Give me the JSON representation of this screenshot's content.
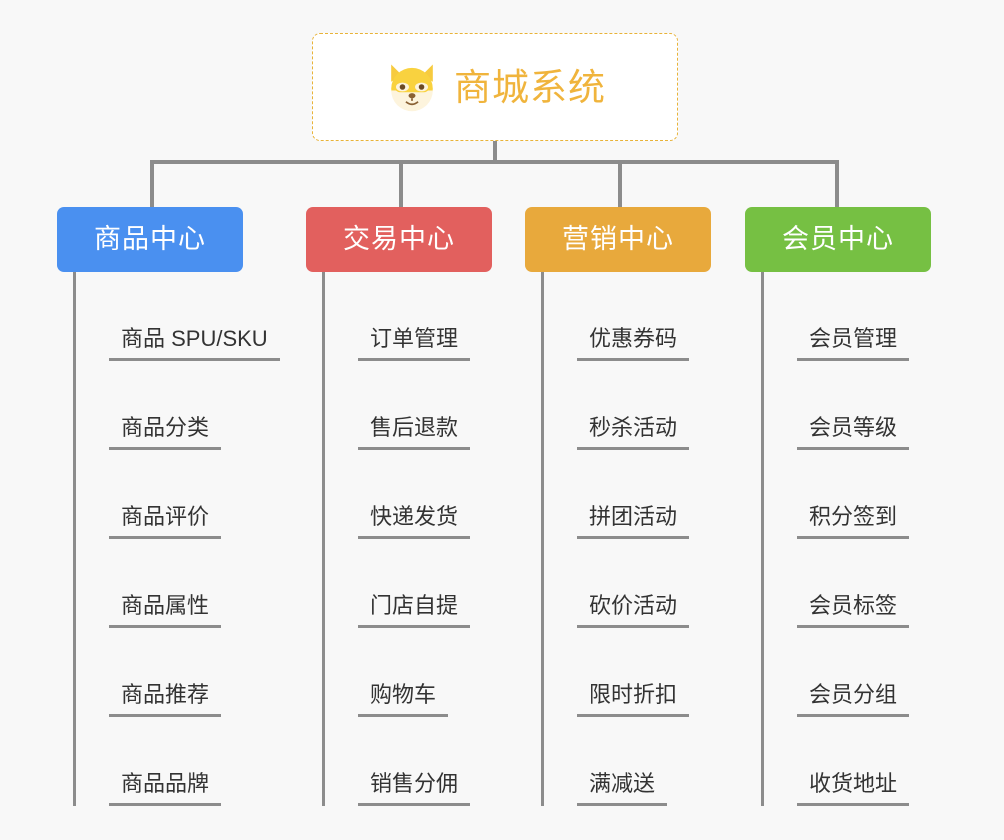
{
  "background_color": "#f8f8f8",
  "root": {
    "icon": "dog-face-icon",
    "title": "商城系统",
    "title_color": "#f0b43c",
    "border_color": "#e8b339"
  },
  "connector_color": "#8c8c8c",
  "branches": [
    {
      "label": "商品中心",
      "color": "#4a90f0",
      "items": [
        "商品 SPU/SKU",
        "商品分类",
        "商品评价",
        "商品属性",
        "商品推荐",
        "商品品牌"
      ]
    },
    {
      "label": "交易中心",
      "color": "#e2605e",
      "items": [
        "订单管理",
        "售后退款",
        "快递发货",
        "门店自提",
        "购物车",
        "销售分佣"
      ]
    },
    {
      "label": "营销中心",
      "color": "#e8a93c",
      "items": [
        "优惠券码",
        "秒杀活动",
        "拼团活动",
        "砍价活动",
        "限时折扣",
        "满减送"
      ]
    },
    {
      "label": "会员中心",
      "color": "#76c043",
      "items": [
        "会员管理",
        "会员等级",
        "积分签到",
        "会员标签",
        "会员分组",
        "收货地址"
      ]
    }
  ]
}
